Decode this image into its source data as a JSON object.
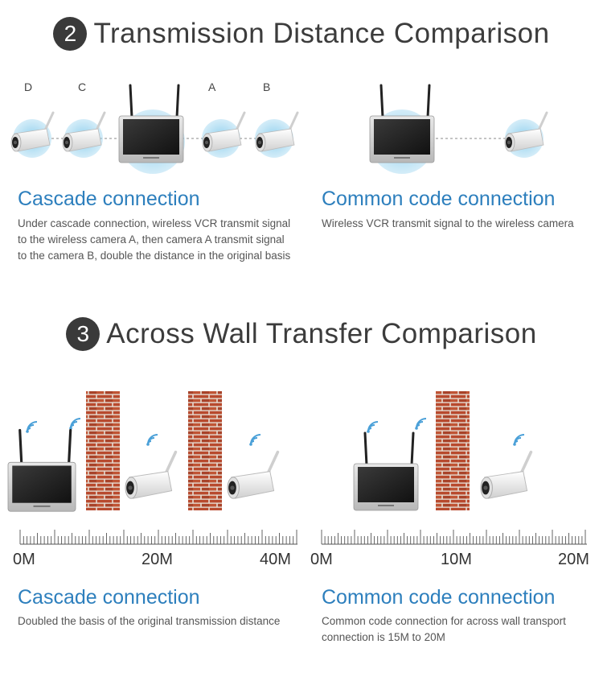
{
  "section2": {
    "number": "2",
    "title": "Transmission Distance Comparison",
    "labels": [
      "D",
      "C",
      "A",
      "B"
    ],
    "cascade": {
      "title": "Cascade connection",
      "description": "Under cascade connection, wireless VCR transmit signal to the wireless camera A, then camera A transmit signal to the camera B, double the distance in the original basis"
    },
    "common": {
      "title": "Common code connection",
      "description": "Wireless VCR transmit signal to the wireless camera"
    }
  },
  "section3": {
    "number": "3",
    "title": "Across Wall Transfer Comparison",
    "cascade": {
      "title": "Cascade connection",
      "description": "Doubled the basis of the original transmission distance",
      "scale": [
        "0M",
        "20M",
        "40M"
      ]
    },
    "common": {
      "title": "Common code connection",
      "description": "Common code connection for across wall transport connection is 15M to 20M",
      "scale": [
        "0M",
        "10M",
        "20M"
      ]
    }
  },
  "colors": {
    "accent": "#2d7fbd",
    "brick": "#b84a2e",
    "badge": "#3a3a3a",
    "wifi": "#4aa0d8"
  }
}
